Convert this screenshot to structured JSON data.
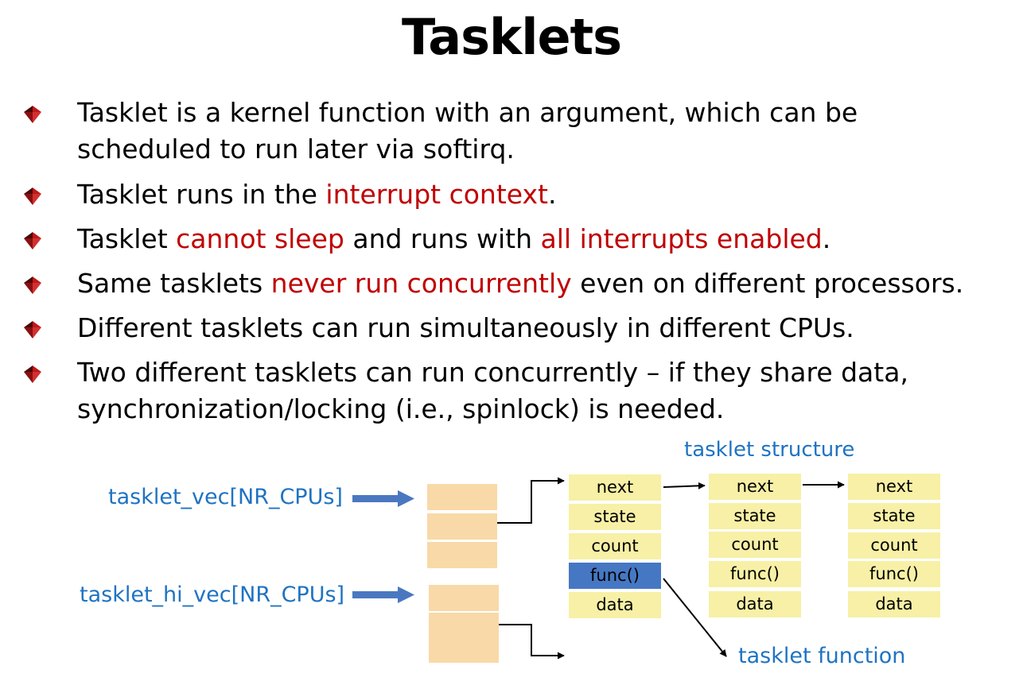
{
  "title": "Tasklets",
  "bullets": [
    {
      "lines": [
        [
          {
            "t": "Tasklet is a kernel function with an argument, which can be",
            "c": "black"
          }
        ],
        [
          {
            "t": "scheduled to run later via softirq.",
            "c": "black"
          }
        ]
      ]
    },
    {
      "lines": [
        [
          {
            "t": "Tasklet runs in the ",
            "c": "black"
          },
          {
            "t": "interrupt context",
            "c": "red"
          },
          {
            "t": ".",
            "c": "black"
          }
        ]
      ]
    },
    {
      "lines": [
        [
          {
            "t": "Tasklet ",
            "c": "black"
          },
          {
            "t": "cannot sleep",
            "c": "red"
          },
          {
            "t": " and runs with ",
            "c": "black"
          },
          {
            "t": "all interrupts enabled",
            "c": "red"
          },
          {
            "t": ".",
            "c": "black"
          }
        ]
      ]
    },
    {
      "lines": [
        [
          {
            "t": "Same tasklets ",
            "c": "black"
          },
          {
            "t": "never run concurrently",
            "c": "red"
          },
          {
            "t": " even on different processors.",
            "c": "black"
          }
        ]
      ]
    },
    {
      "lines": [
        [
          {
            "t": "Different tasklets can run simultaneously in different CPUs.",
            "c": "black"
          }
        ]
      ]
    },
    {
      "lines": [
        [
          {
            "t": "Two different tasklets can run concurrently – if they share data,",
            "c": "black"
          }
        ],
        [
          {
            "t": "synchronization/locking (i.e., spinlock) is needed.",
            "c": "black"
          }
        ]
      ]
    }
  ],
  "diagram": {
    "vec_label": "tasklet_vec[NR_CPUs]",
    "hi_vec_label": "tasklet_hi_vec[NR_CPUs]",
    "structure_label": "tasklet structure",
    "function_label": "tasklet function",
    "fields": [
      "next",
      "state",
      "count",
      "func()",
      "data"
    ],
    "highlight_field": "func()"
  },
  "colors": {
    "red": "#c00000",
    "label_blue": "#1f73c2",
    "arrow_blue": "#4a78c0",
    "field_fill": "#f7f0a6",
    "vector_fill": "#f9d9a8",
    "highlight_fill": "#4677c3",
    "marker_dark": "#4a0a0a",
    "marker_light": "#c01818"
  }
}
